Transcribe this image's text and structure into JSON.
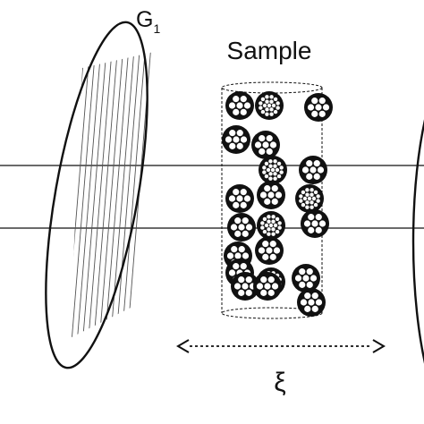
{
  "grating": {
    "name": "G",
    "subscript": "1"
  },
  "sample": {
    "label": "Sample"
  },
  "distance": {
    "symbol": "ξ"
  },
  "colors": {
    "ink": "#111111",
    "paper": "#ffffff"
  },
  "particles": [
    {
      "column": 1,
      "row": 1,
      "holes": 7
    },
    {
      "column": 2,
      "row": 1,
      "holes": 19
    },
    {
      "column": 3,
      "row": 1,
      "holes": 7
    },
    {
      "column": 2,
      "row": 2,
      "holes": 7
    },
    {
      "column": 1,
      "row": 2,
      "holes": 7
    },
    {
      "column": 2,
      "row": 3,
      "holes": 19
    },
    {
      "column": 3,
      "row": 3,
      "holes": 7
    },
    {
      "column": 1,
      "row": 4,
      "holes": 7
    },
    {
      "column": 2,
      "row": 4,
      "holes": 7
    },
    {
      "column": 3,
      "row": 4,
      "holes": 19
    },
    {
      "column": 1,
      "row": 5,
      "holes": 7
    },
    {
      "column": 2,
      "row": 5,
      "holes": 19
    },
    {
      "column": 3,
      "row": 5,
      "holes": 7
    },
    {
      "column": 1,
      "row": 6,
      "holes": 7
    },
    {
      "column": 2,
      "row": 6,
      "holes": 7
    },
    {
      "column": 1,
      "row": 7,
      "holes": 7
    },
    {
      "column": 2,
      "row": 7,
      "holes": 19
    },
    {
      "column": 3,
      "row": 7,
      "holes": 7
    },
    {
      "column": 1,
      "row": 8,
      "holes": 7
    },
    {
      "column": 2,
      "row": 8,
      "holes": 7
    },
    {
      "column": 3,
      "row": 8,
      "holes": 7
    }
  ]
}
